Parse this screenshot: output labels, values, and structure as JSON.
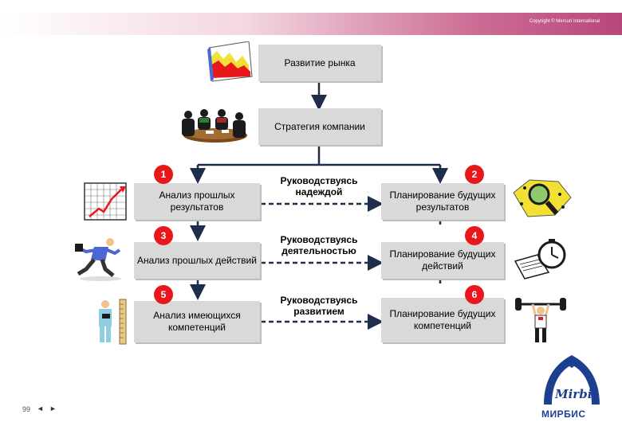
{
  "copyright": "Copyright © Mercuri International",
  "top": {
    "market": "Развитие рынка",
    "strategy": "Стратегия компании"
  },
  "rows": [
    {
      "left_num": "1",
      "left_label": "Анализ прошлых результатов",
      "middle_label": "Руководствуясь надеждой",
      "right_num": "2",
      "right_label": "Планирование будущих результатов"
    },
    {
      "left_num": "3",
      "left_label": "Анализ прошлых действий",
      "middle_label": "Руководствуясь деятельностью",
      "right_num": "4",
      "right_label": "Планирование будущих действий"
    },
    {
      "left_num": "5",
      "left_label": "Анализ имеющихся компетенций",
      "middle_label": "Руководствуясь развитием",
      "right_num": "6",
      "right_label": "Планирование будущих компетенций"
    }
  ],
  "footer": {
    "page_number": "99",
    "prev_arrow": "◄",
    "next_arrow": "►",
    "logo_script": "Mirbis",
    "logo_text": "МИРБИС"
  },
  "colors": {
    "box_fill": "#d9d9d9",
    "badge_red": "#e8171c",
    "connector": "#1f2d4d",
    "brand_blue": "#1d3f8f",
    "band_pink": "#b8477a"
  }
}
